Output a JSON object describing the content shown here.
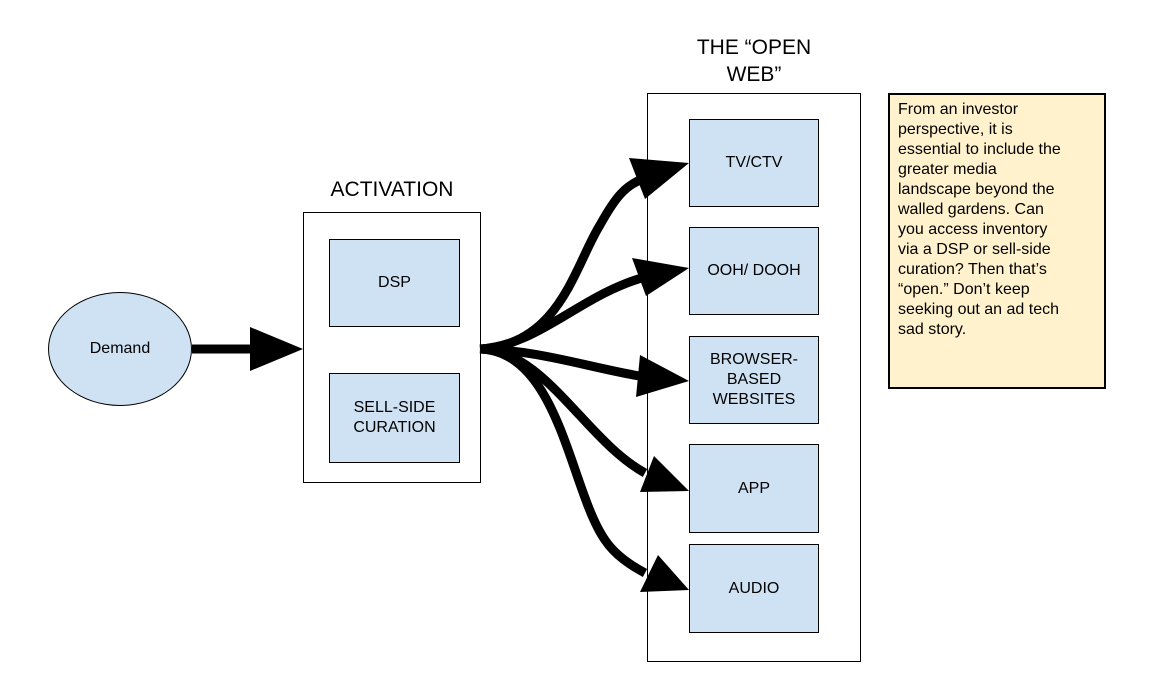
{
  "demand": {
    "label": "Demand"
  },
  "activation": {
    "title": "ACTIVATION",
    "items": [
      {
        "label": "DSP"
      },
      {
        "label": "SELL-SIDE\nCURATION"
      }
    ]
  },
  "open_web": {
    "title": "THE “OPEN\nWEB”",
    "items": [
      {
        "label": "TV/CTV"
      },
      {
        "label": "OOH/ DOOH"
      },
      {
        "label": "BROWSER-\nBASED\nWEBSITES"
      },
      {
        "label": "APP"
      },
      {
        "label": "AUDIO"
      }
    ]
  },
  "note": {
    "text": "From an investor\nperspective, it is\nessential to include the\ngreater media\nlandscape beyond the\nwalled gardens. Can\nyou access inventory\nvia a DSP or sell-side\ncuration? Then that’s\n“open.”  Don’t keep\nseeking out an ad tech\nsad story."
  },
  "colors": {
    "node_fill": "#cfe2f3",
    "note_fill": "#fff2cc",
    "stroke": "#000000"
  }
}
